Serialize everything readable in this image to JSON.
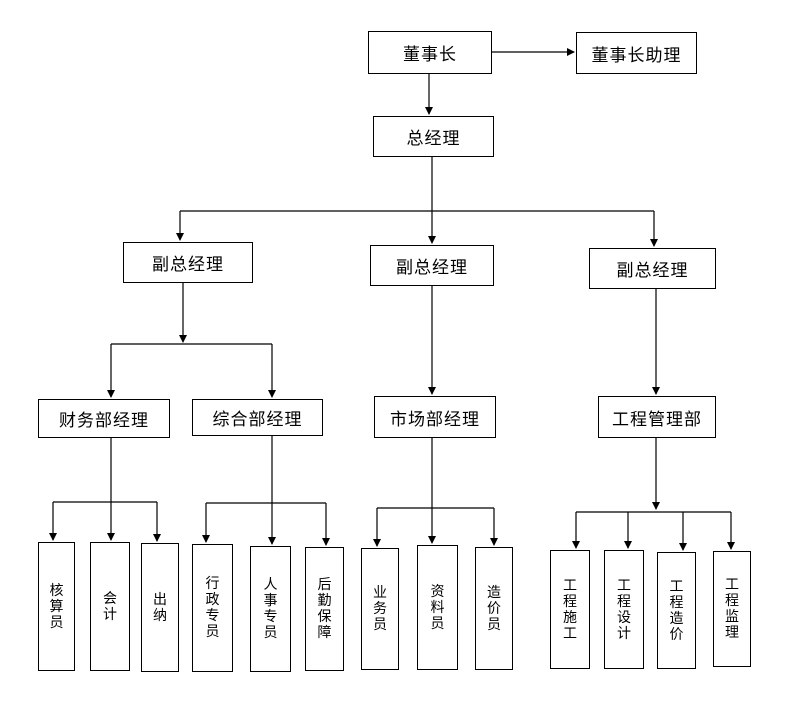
{
  "nodes": {
    "chairman": "董事长",
    "chairman_assistant": "董事长助理",
    "general_manager": "总经理",
    "vgm_left": "副总经理",
    "vgm_center": "副总经理",
    "vgm_right": "副总经理",
    "finance_manager": "财务部经理",
    "general_affairs_manager": "综合部经理",
    "marketing_manager": "市场部经理",
    "engineering_dept": "工程管理部",
    "accounting_clerk": "核算员",
    "accountant": "会计",
    "cashier": "出纳",
    "admin_staff": "行政专员",
    "hr_staff": "人事专员",
    "logistics": "后勤保障",
    "salesperson": "业务员",
    "data_clerk": "资料员",
    "cost_clerk": "造价员",
    "construction": "工程施工",
    "design": "工程设计",
    "costing": "工程造价",
    "supervision": "工程监理"
  }
}
